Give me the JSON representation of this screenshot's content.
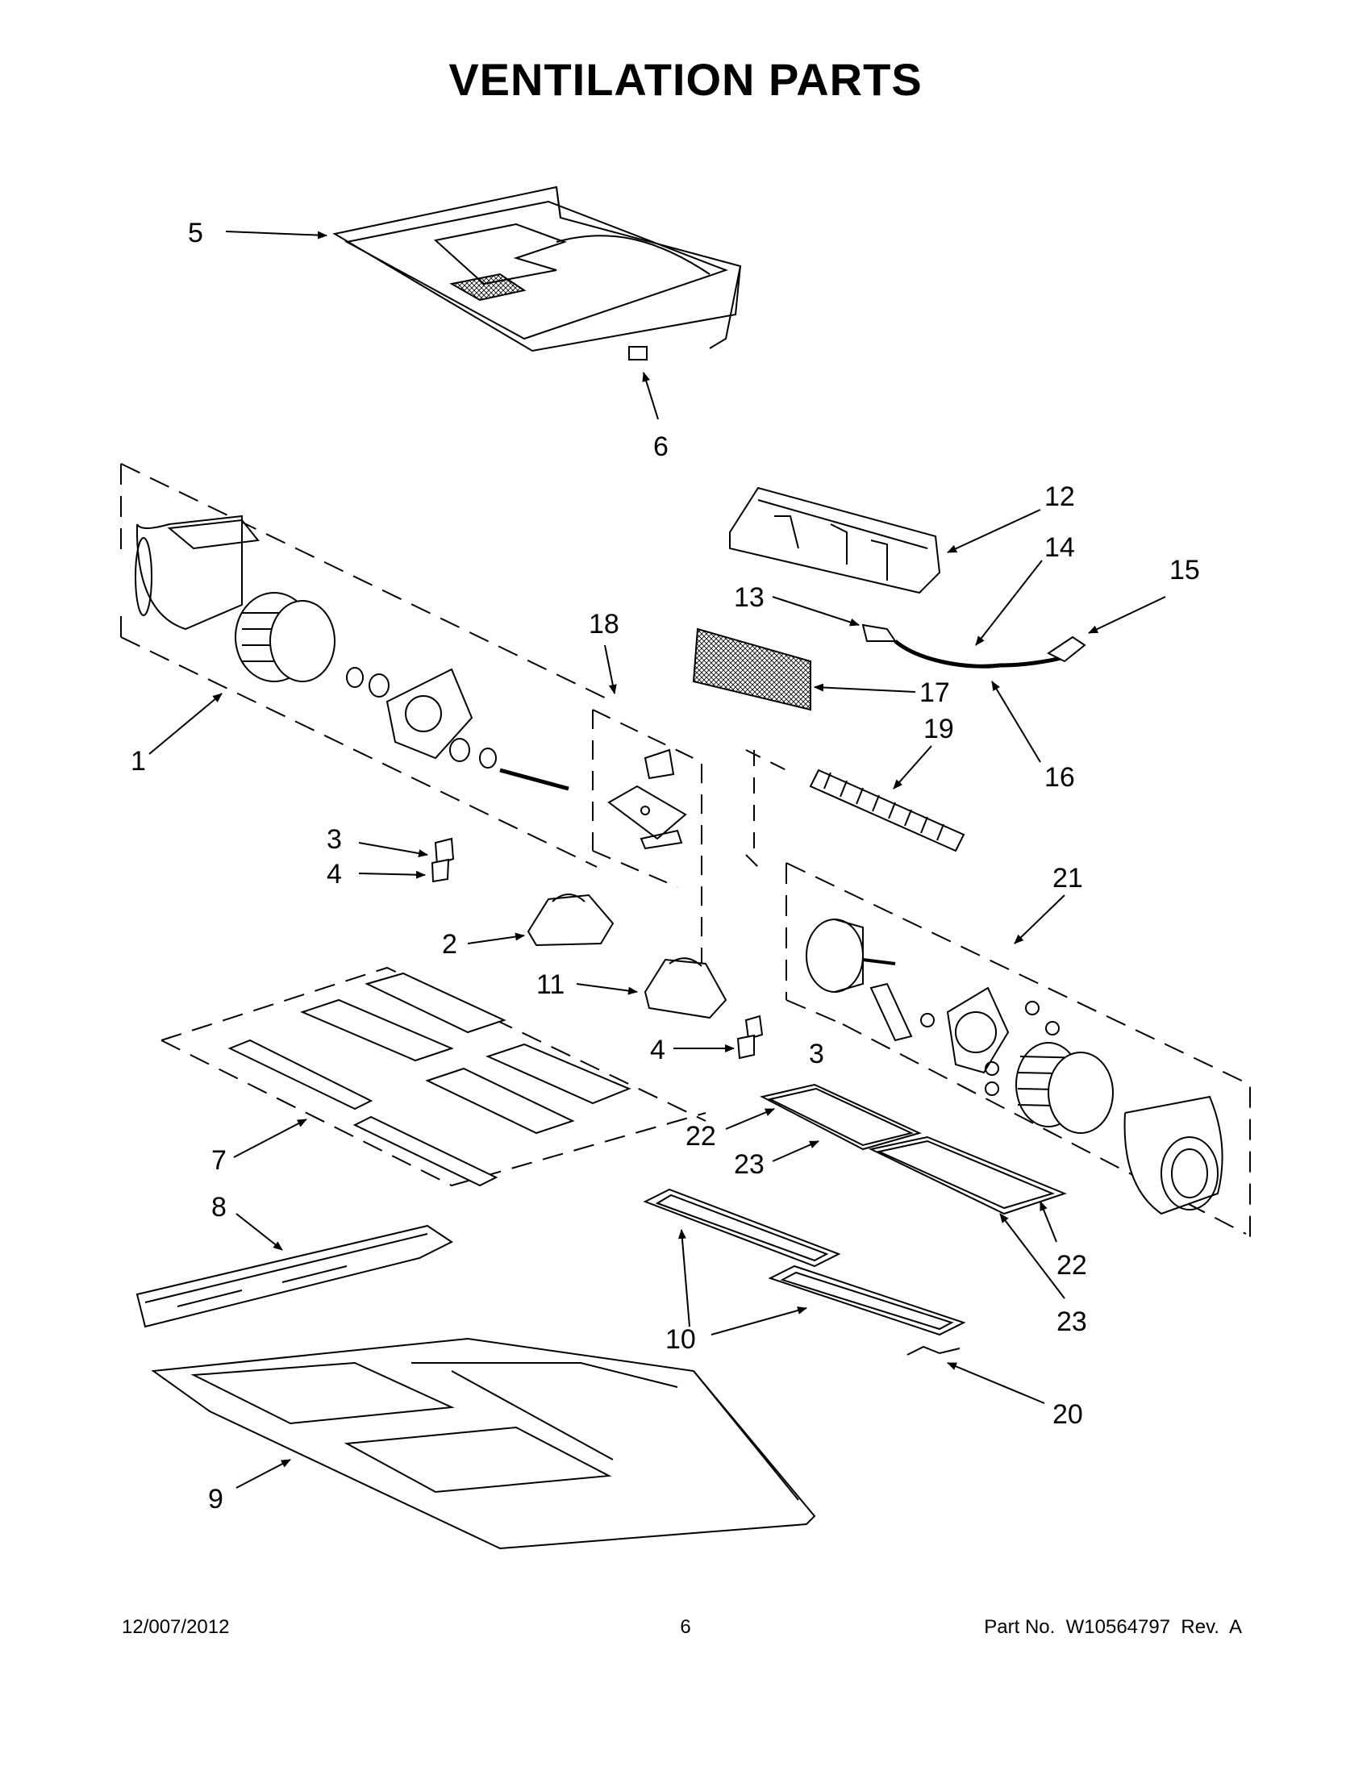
{
  "title": "VENTILATION PARTS",
  "callouts": [
    {
      "id": "c5",
      "text": "5"
    },
    {
      "id": "c6",
      "text": "6"
    },
    {
      "id": "c1",
      "text": "1"
    },
    {
      "id": "c18",
      "text": "18"
    },
    {
      "id": "c12",
      "text": "12"
    },
    {
      "id": "c14",
      "text": "14"
    },
    {
      "id": "c15",
      "text": "15"
    },
    {
      "id": "c13",
      "text": "13"
    },
    {
      "id": "c17",
      "text": "17"
    },
    {
      "id": "c19",
      "text": "19"
    },
    {
      "id": "c16",
      "text": "16"
    },
    {
      "id": "c3a",
      "text": "3"
    },
    {
      "id": "c4a",
      "text": "4"
    },
    {
      "id": "c2",
      "text": "2"
    },
    {
      "id": "c21",
      "text": "21"
    },
    {
      "id": "c11",
      "text": "11"
    },
    {
      "id": "c4b",
      "text": "4"
    },
    {
      "id": "c3b",
      "text": "3"
    },
    {
      "id": "c7",
      "text": "7"
    },
    {
      "id": "c22a",
      "text": "22"
    },
    {
      "id": "c23a",
      "text": "23"
    },
    {
      "id": "c8",
      "text": "8"
    },
    {
      "id": "c22b",
      "text": "22"
    },
    {
      "id": "c23b",
      "text": "23"
    },
    {
      "id": "c10",
      "text": "10"
    },
    {
      "id": "c20",
      "text": "20"
    },
    {
      "id": "c9",
      "text": "9"
    }
  ],
  "footer": {
    "date": "12/007/2012",
    "page": "6",
    "part_no": "Part No.  W10564797  Rev.  A"
  }
}
